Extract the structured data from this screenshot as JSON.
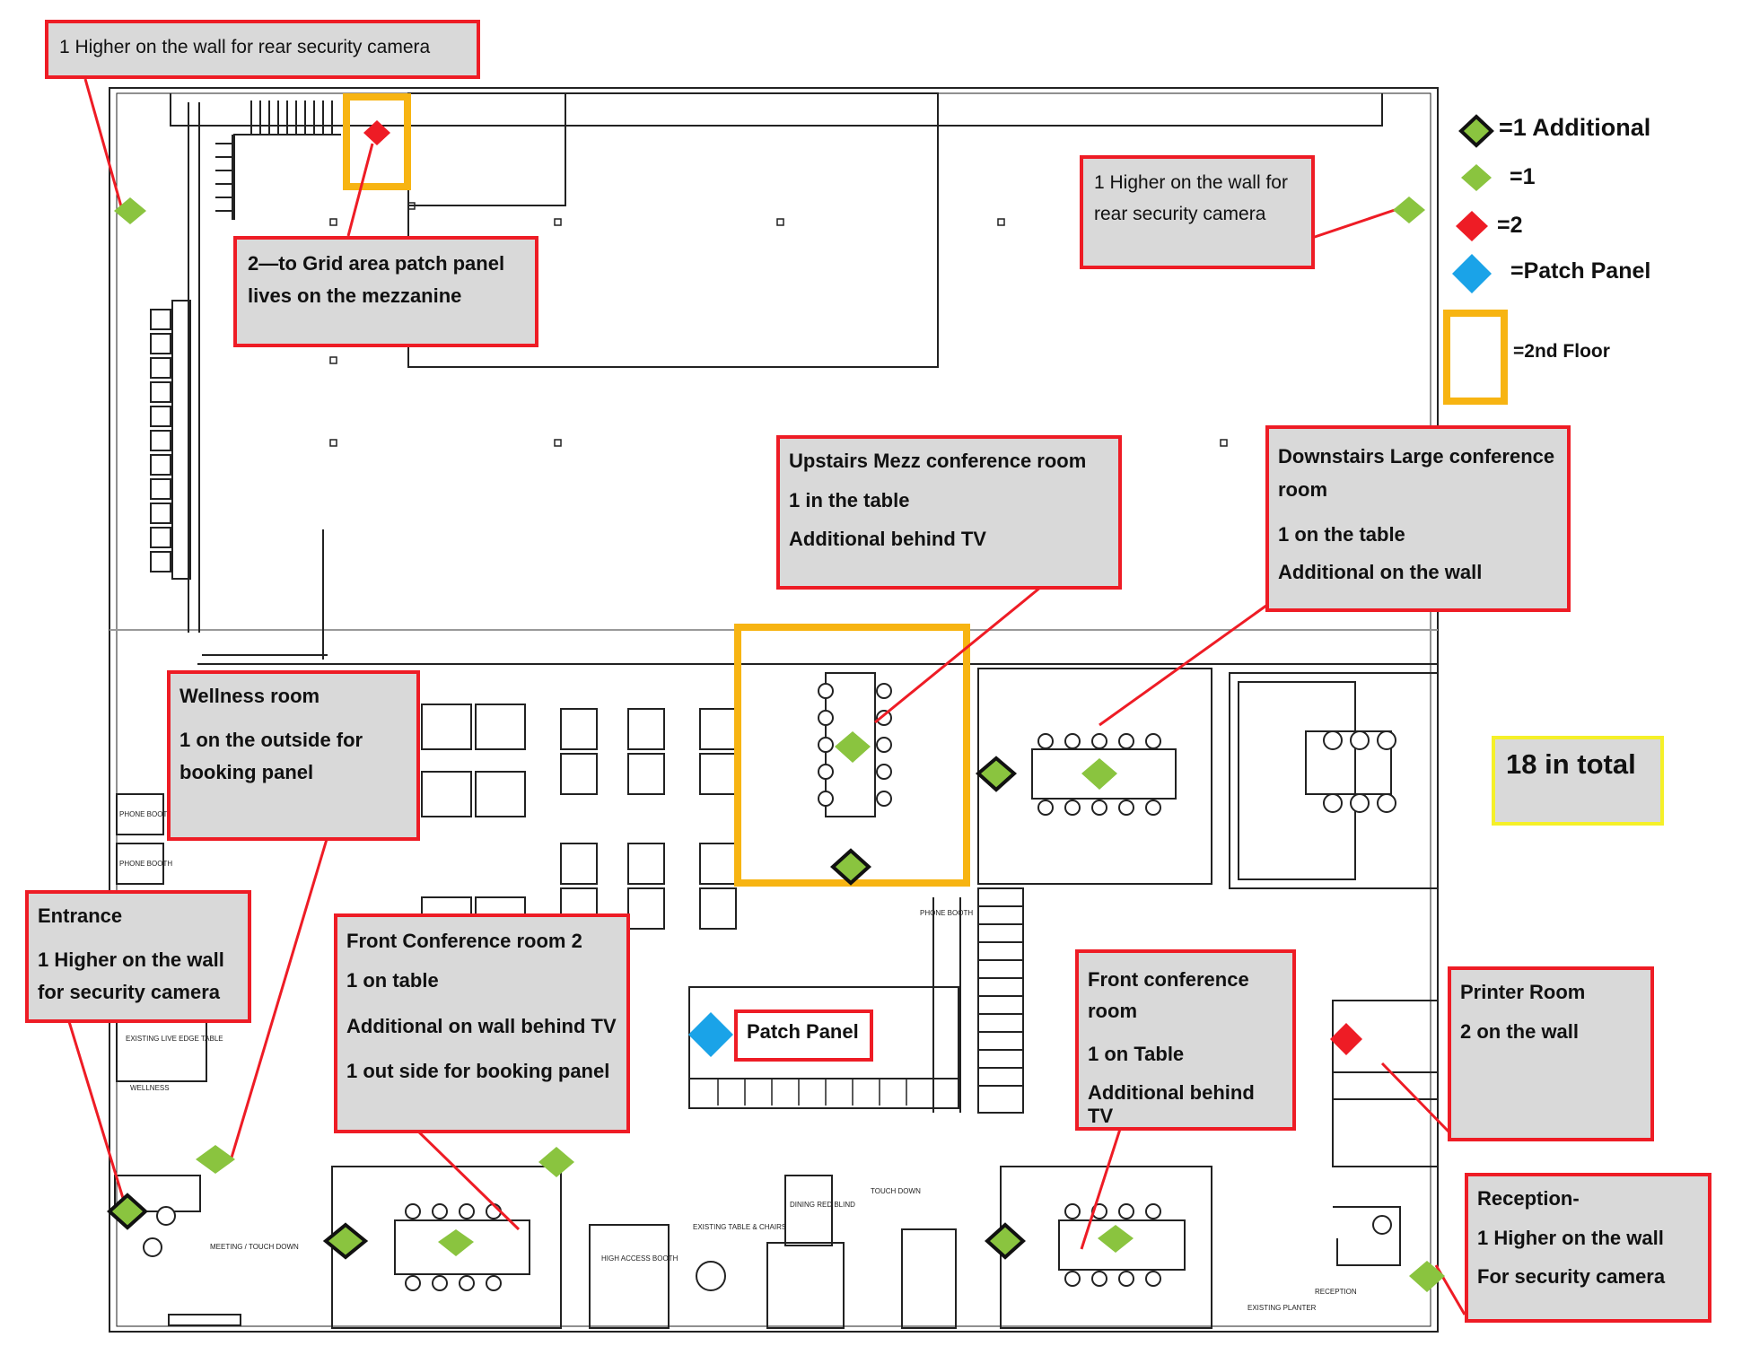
{
  "legend": {
    "additional": "=1 Additional",
    "one": "=1",
    "two": "=2",
    "patch_panel": "=Patch Panel",
    "second_floor": "=2nd Floor"
  },
  "colors": {
    "callout_border": "#ee1c25",
    "callout_fill": "#d9d9d9",
    "green": "#8ac43f",
    "red": "#ee1c25",
    "blue": "#1aa3e8",
    "orange": "#f7b412",
    "yellow": "#f5f028"
  },
  "total": "18 in total",
  "patch_panel_label": "Patch Panel",
  "callouts": {
    "rear_left": {
      "title": "1 Higher on the wall for rear security camera"
    },
    "grid_area": {
      "lines": [
        "2—to Grid area patch panel",
        "lives on the mezzanine"
      ]
    },
    "rear_right": {
      "lines": [
        "1 Higher on the wall for",
        "rear security camera"
      ]
    },
    "mezz": {
      "title": "Upstairs Mezz conference room",
      "lines": [
        "1 in the table",
        "Additional behind TV"
      ]
    },
    "large_conf": {
      "title": "Downstairs Large conference room",
      "lines": [
        "1 on the table",
        "Additional on the wall"
      ]
    },
    "wellness": {
      "title": "Wellness room",
      "lines": [
        "1 on the outside for booking panel"
      ]
    },
    "entrance": {
      "title": "Entrance",
      "lines": [
        "1 Higher on the wall for security camera"
      ]
    },
    "front_conf2": {
      "title": "Front Conference room 2",
      "lines": [
        "1 on table",
        "Additional on wall behind TV",
        "1 out side for booking panel"
      ]
    },
    "front_conf": {
      "title": "Front conference room",
      "lines": [
        "1 on Table",
        "Additional behind TV"
      ]
    },
    "printer": {
      "title": "Printer Room",
      "lines": [
        "2 on the wall"
      ]
    },
    "reception": {
      "title": "Reception-",
      "lines": [
        "1 Higher on the wall",
        "For security camera"
      ]
    }
  },
  "plan_labels": {
    "phone_booth_1": "PHONE BOOTH",
    "phone_booth_2": "PHONE BOOTH",
    "phone_booth_3": "PHONE BOOTH",
    "existing_live_edge": "EXISTING LIVE EDGE TABLE",
    "wellness": "WELLNESS",
    "meeting_touchdown": "MEETING / TOUCH DOWN",
    "existing_table": "EXISTING TABLE & CHAIRS",
    "high_access_booth": "HIGH ACCESS BOOTH",
    "touchdown": "TOUCH DOWN",
    "dining_blind": "DINING RED BLIND",
    "reception": "RECEPTION",
    "existing_planter": "EXISTING PLANTER"
  }
}
